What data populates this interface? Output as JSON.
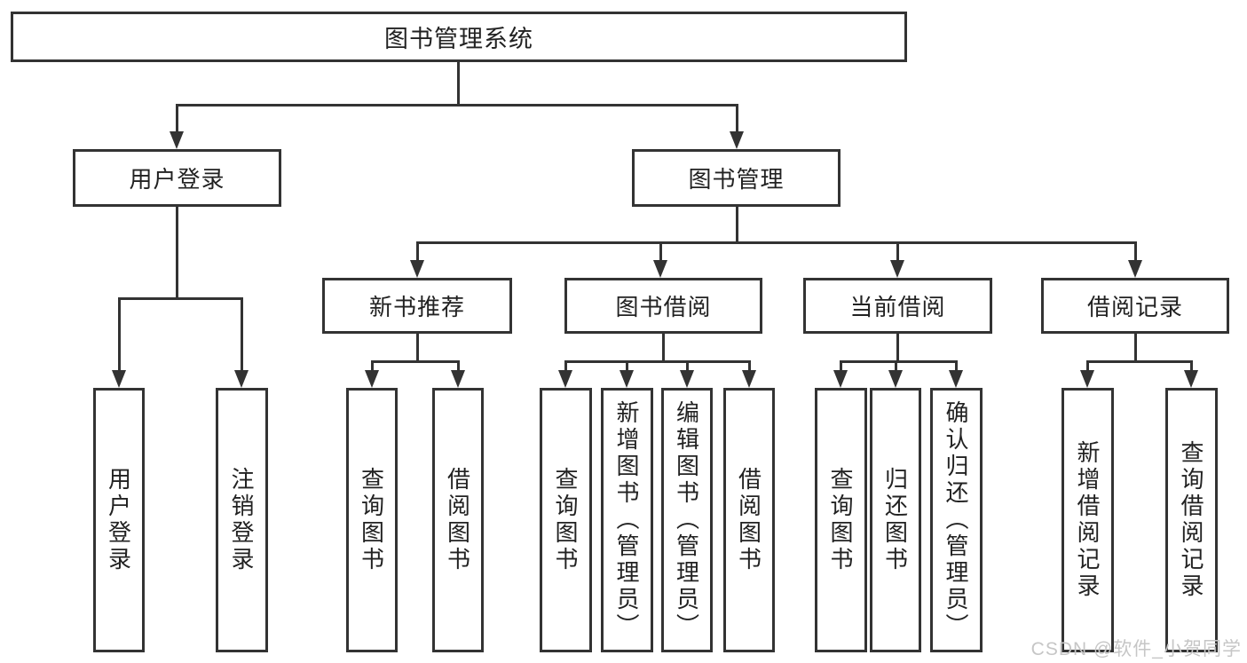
{
  "tree": {
    "root": "图书管理系统",
    "branches": [
      {
        "label": "用户登录",
        "children": [
          "用户登录",
          "注销登录"
        ]
      },
      {
        "label": "图书管理",
        "groups": [
          {
            "label": "新书推荐",
            "children": [
              "查询图书",
              "借阅图书"
            ]
          },
          {
            "label": "图书借阅",
            "children": [
              "查询图书",
              "新增图书（管理员）",
              "编辑图书（管理员）",
              "借阅图书"
            ]
          },
          {
            "label": "当前借阅",
            "children": [
              "查询图书",
              "归还图书",
              "确认归还（管理员）"
            ]
          },
          {
            "label": "借阅记录",
            "children": [
              "新增借阅记录",
              "查询借阅记录"
            ]
          }
        ]
      }
    ]
  },
  "watermark": {
    "text": "CSDN @软件_小贺同学"
  },
  "colors": {
    "line": "#333333",
    "box_fill": "#ffffff",
    "text": "#222222",
    "watermark": "#c6c6c6"
  }
}
